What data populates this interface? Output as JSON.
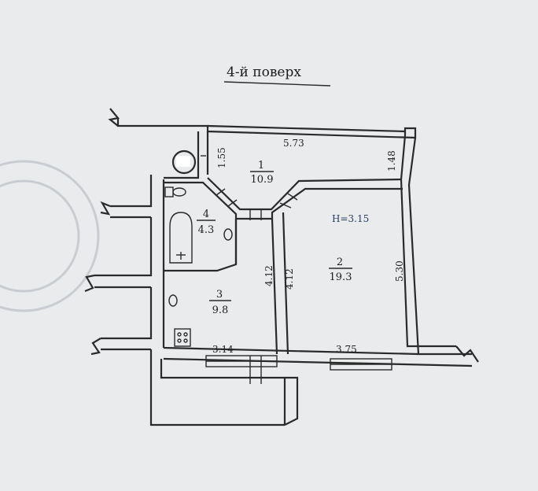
{
  "floor_title": "4-й поверх",
  "height_label": "H=3.15",
  "rooms": [
    {
      "number": "1",
      "area": "10.9"
    },
    {
      "number": "2",
      "area": "19.3"
    },
    {
      "number": "3",
      "area": "9.8"
    },
    {
      "number": "4",
      "area": "4.3"
    }
  ],
  "dimensions": {
    "corridor_length": "5.73",
    "corridor_depth": "1.55",
    "corridor_right_depth": "1.48",
    "room2_left": "4.12",
    "room3_right": "4.12",
    "room2_right": "5.30",
    "room3_width": "3.14",
    "room2_width": "3.75"
  }
}
